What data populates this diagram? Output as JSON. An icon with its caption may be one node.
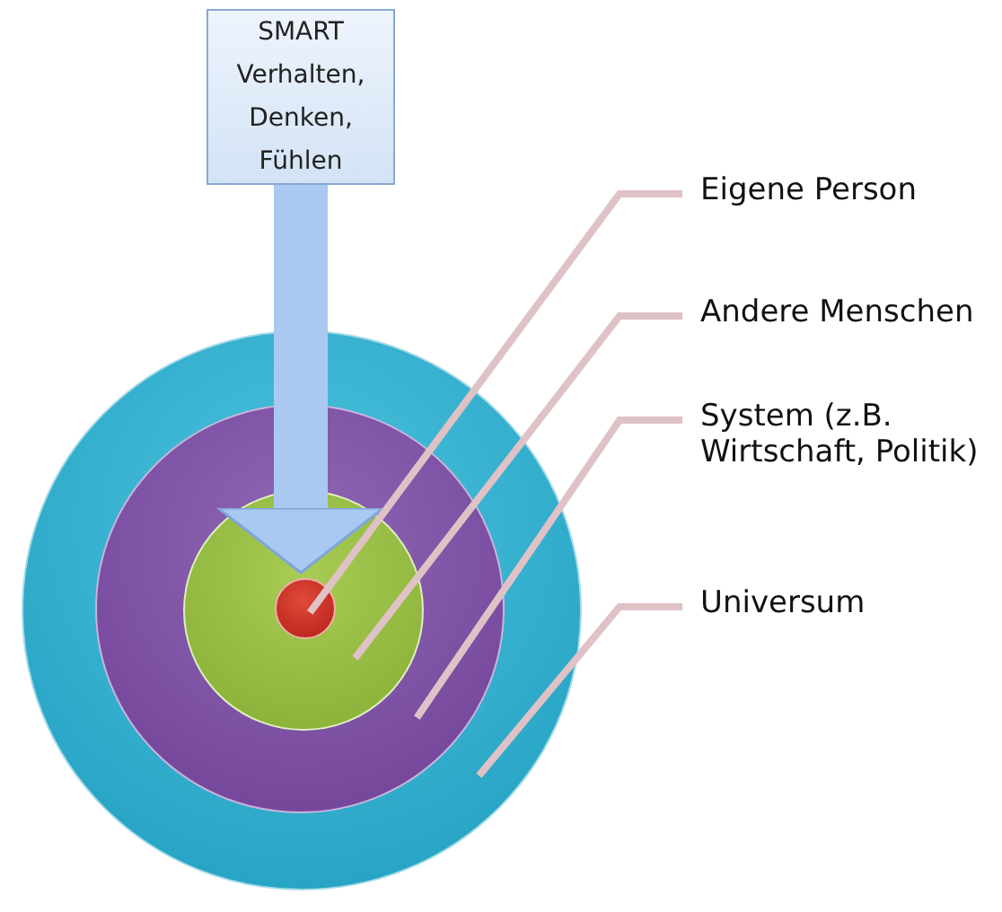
{
  "diagram": {
    "nodes": [
      {
        "text": [
          "SMART Verhalten, Denken, Fühlen"
        ]
      },
      {
        "text": [],
        "shape": "circle"
      },
      {
        "text": [],
        "shape": "circle",
        "in": 1
      },
      {
        "text": [],
        "shape": "circle",
        "in": 2
      },
      {
        "text": [],
        "shape": "circle",
        "in": 3
      },
      {
        "text": [
          "Eigene Person"
        ]
      },
      {
        "text": [
          "Andere Menschen"
        ]
      },
      {
        "text": [
          "System (z.B. Wirtschaft, Politik)"
        ]
      },
      {
        "text": [
          "Universum"
        ]
      }
    ],
    "edges": [
      {
        "from": 0,
        "to": 4,
        "arrow": "to",
        "style": "thick"
      },
      {
        "from": 5,
        "to": 4,
        "arrow": "none"
      },
      {
        "from": 6,
        "to": 3,
        "arrow": "none"
      },
      {
        "from": 7,
        "to": 2,
        "arrow": "none"
      },
      {
        "from": 8,
        "to": 1,
        "arrow": "none"
      }
    ]
  }
}
